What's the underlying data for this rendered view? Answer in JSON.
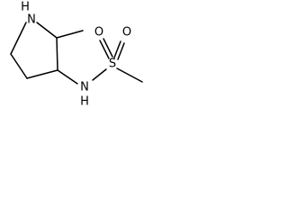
{
  "molecule": {
    "atoms": {
      "ring_nitrogen_h": "H",
      "ring_nitrogen": "N",
      "amide_nitrogen": "N",
      "amide_nitrogen_h": "H",
      "sulfur": "S",
      "oxygen_left": "O",
      "oxygen_right": "O"
    }
  }
}
